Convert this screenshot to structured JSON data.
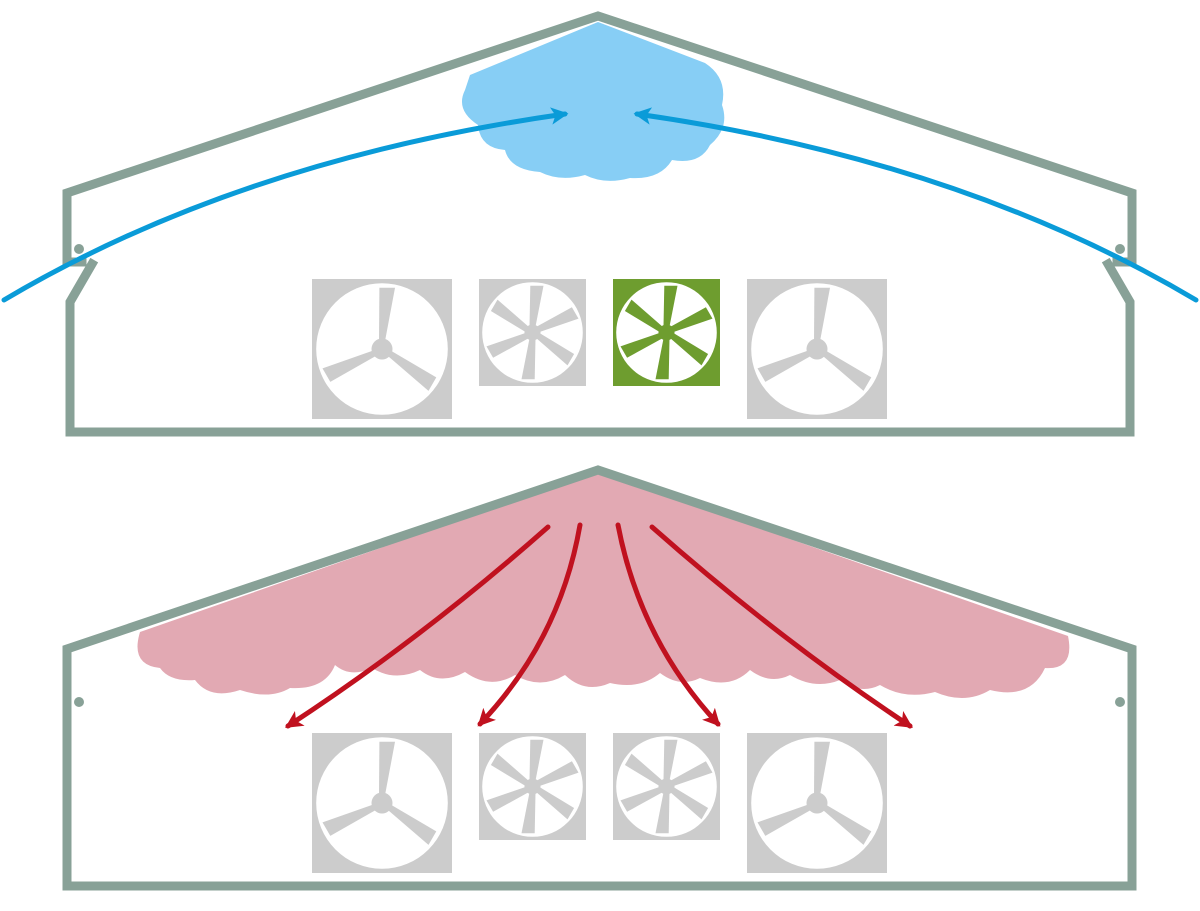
{
  "colors": {
    "building_outline": "#88a197",
    "cool_air": "#87cef5",
    "cool_arrow": "#0a9bd8",
    "warm_air": "#e2a9b3",
    "warm_arrow": "#c0111f",
    "fan_box_inactive": "#cccccc",
    "fan_box_active": "#6e9d2f",
    "fan_face": "#ffffff"
  },
  "panels": [
    {
      "mode": "cooling",
      "air_mass": "cool-air",
      "air_flow": "inward-to-ridge",
      "fans": [
        {
          "type": "three-blade",
          "active": false
        },
        {
          "type": "six-blade",
          "active": false
        },
        {
          "type": "six-blade",
          "active": true
        },
        {
          "type": "three-blade",
          "active": false
        }
      ]
    },
    {
      "mode": "destratification",
      "air_mass": "warm-air",
      "air_flow": "downward-from-ridge",
      "fans": [
        {
          "type": "three-blade",
          "active": false
        },
        {
          "type": "six-blade",
          "active": false
        },
        {
          "type": "six-blade",
          "active": false
        },
        {
          "type": "three-blade",
          "active": false
        }
      ]
    }
  ],
  "icons": [
    "fan-icon",
    "arrow-icon",
    "cloud-icon"
  ]
}
